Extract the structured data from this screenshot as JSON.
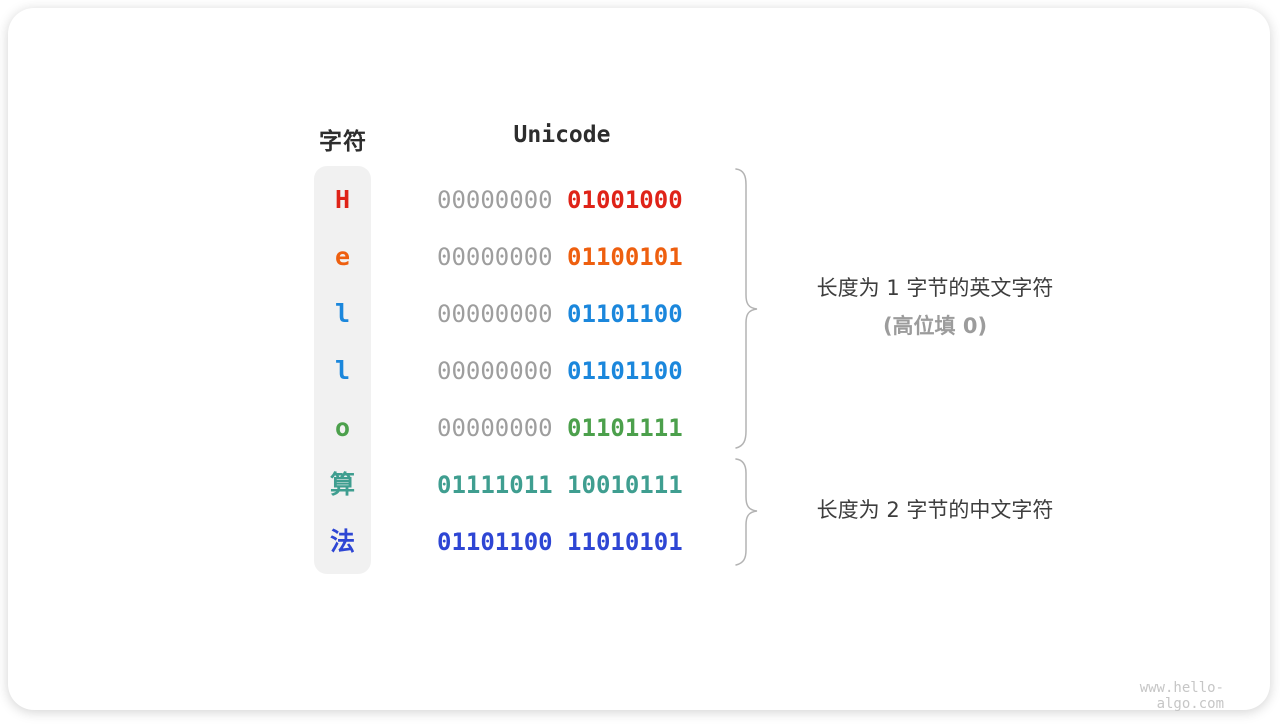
{
  "page": {
    "watermark": "www.hello-algo.com"
  },
  "table": {
    "headers": {
      "char": "字符",
      "unicode": "Unicode"
    },
    "rows": [
      {
        "char": "H",
        "char_color": "#df2318",
        "bytes": [
          {
            "text": "00000000",
            "color": "#9e9e9e",
            "bold": false
          },
          {
            "text": "01001000",
            "color": "#df2318",
            "bold": true
          }
        ]
      },
      {
        "char": "e",
        "char_color": "#ee5f0f",
        "bytes": [
          {
            "text": "00000000",
            "color": "#9e9e9e",
            "bold": false
          },
          {
            "text": "01100101",
            "color": "#ee5f0f",
            "bold": true
          }
        ]
      },
      {
        "char": "l",
        "char_color": "#1b87dc",
        "bytes": [
          {
            "text": "00000000",
            "color": "#9e9e9e",
            "bold": false
          },
          {
            "text": "01101100",
            "color": "#1b87dc",
            "bold": true
          }
        ]
      },
      {
        "char": "l",
        "char_color": "#1b87dc",
        "bytes": [
          {
            "text": "00000000",
            "color": "#9e9e9e",
            "bold": false
          },
          {
            "text": "01101100",
            "color": "#1b87dc",
            "bold": true
          }
        ]
      },
      {
        "char": "o",
        "char_color": "#4ca04c",
        "bytes": [
          {
            "text": "00000000",
            "color": "#9e9e9e",
            "bold": false
          },
          {
            "text": "01101111",
            "color": "#4ca04c",
            "bold": true
          }
        ]
      },
      {
        "char": "算",
        "char_color": "#3f9e90",
        "bytes": [
          {
            "text": "01111011",
            "color": "#3f9e90",
            "bold": true
          },
          {
            "text": "10010111",
            "color": "#3f9e90",
            "bold": true
          }
        ]
      },
      {
        "char": "法",
        "char_color": "#2e46d4",
        "bytes": [
          {
            "text": "01101100",
            "color": "#2e46d4",
            "bold": true
          },
          {
            "text": "11010101",
            "color": "#2e46d4",
            "bold": true
          }
        ]
      }
    ]
  },
  "annotations": {
    "english": {
      "line1": "长度为 1 字节的英文字符",
      "line2": "(高位填 0)"
    },
    "chinese": {
      "line1": "长度为 2 字节的中文字符"
    }
  },
  "theme": {
    "pill_background": "#f1f1f1",
    "brace_stroke": "#b3b3b3",
    "header_text": "#2d2d2d",
    "annotation_text": "#3d3d3d",
    "annotation_muted": "#9c9c9c",
    "gray_byte": "#9e9e9e",
    "watermark_text": "#c6c6c6"
  }
}
